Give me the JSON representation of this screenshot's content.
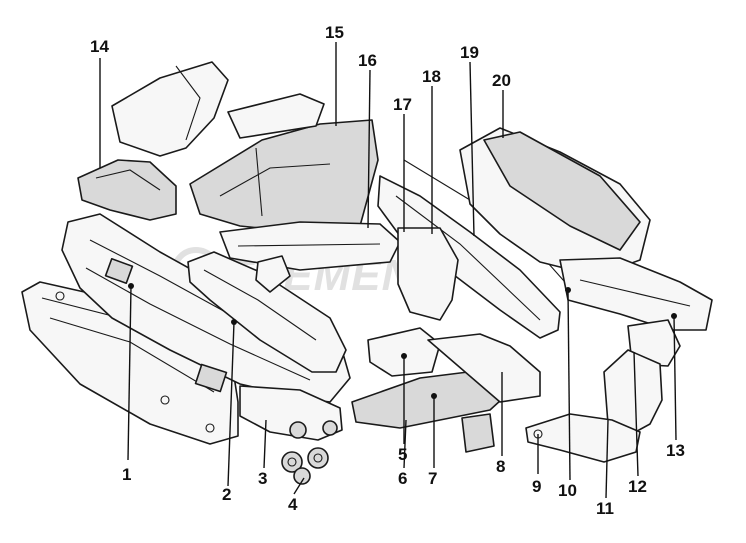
{
  "callouts": [
    "1",
    "2",
    "3",
    "4",
    "5",
    "6",
    "7",
    "8",
    "9",
    "10",
    "11",
    "12",
    "13",
    "14",
    "15",
    "16",
    "17",
    "18",
    "19",
    "20"
  ],
  "watermark": "ELEMENT"
}
